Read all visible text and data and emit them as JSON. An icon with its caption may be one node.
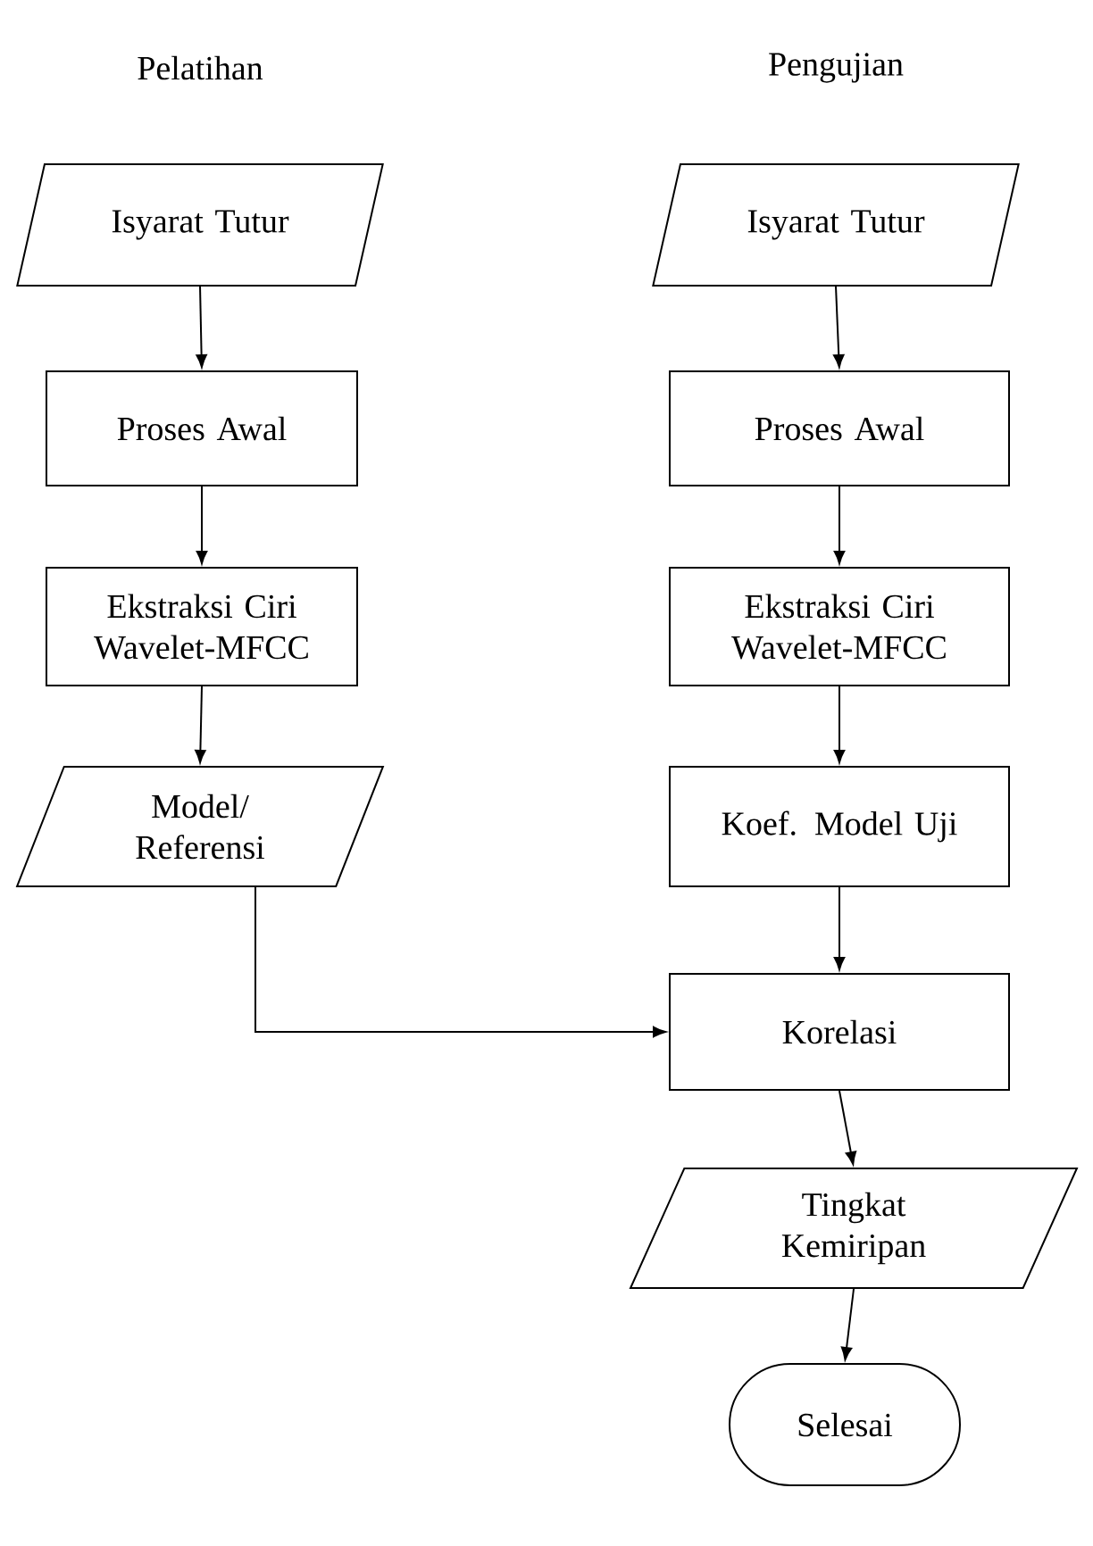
{
  "diagram": {
    "nodes": [
      {
        "text": [
          "Isyarat Tutur"
        ]
      },
      {
        "text": [
          "Proses Awal"
        ]
      },
      {
        "text": [
          "Ekstraksi Ciri Wavelet-MFCC"
        ]
      },
      {
        "text": [
          "Model/ Referensi"
        ]
      },
      {
        "text": [
          "Isyarat Tutur"
        ]
      },
      {
        "text": [
          "Proses Awal"
        ]
      },
      {
        "text": [
          "Ekstraksi Ciri Wavelet-MFCC"
        ]
      },
      {
        "text": [
          "Koef. Model Uji"
        ]
      },
      {
        "text": [
          "Korelasi"
        ]
      },
      {
        "text": [
          "Tingkat Kemiripan"
        ]
      },
      {
        "text": [
          "Selesai"
        ]
      }
    ],
    "edges": [
      {
        "from": 0,
        "to": 1,
        "arrow": "to"
      },
      {
        "from": 1,
        "to": 2,
        "arrow": "to"
      },
      {
        "from": 2,
        "to": 3,
        "arrow": "to"
      },
      {
        "from": 4,
        "to": 5,
        "arrow": "to"
      },
      {
        "from": 5,
        "to": 6,
        "arrow": "to"
      },
      {
        "from": 6,
        "to": 7,
        "arrow": "to"
      },
      {
        "from": 7,
        "to": 8,
        "arrow": "to"
      },
      {
        "from": 3,
        "to": 8,
        "arrow": "to"
      },
      {
        "from": 8,
        "to": 9,
        "arrow": "to"
      },
      {
        "from": 9,
        "to": 10,
        "arrow": "to"
      }
    ],
    "labels": [
      "Pelatihan",
      "Pengujian"
    ]
  }
}
